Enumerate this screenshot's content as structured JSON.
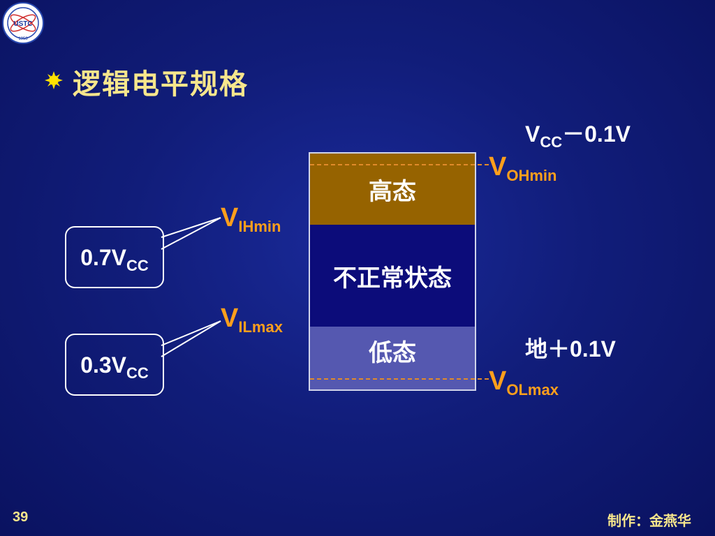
{
  "slide": {
    "title": "逻辑电平规格",
    "page_number": "39",
    "author": "制作：金燕华",
    "logo_text": "USTC",
    "logo_year": "1958"
  },
  "levels": {
    "high_label": "高态",
    "abnormal_label": "不正常状态",
    "low_label": "低态"
  },
  "labels": {
    "v_ohmin_main": "V",
    "v_ohmin_sub": "OHmin",
    "v_olmax_main": "V",
    "v_olmax_sub": "OLmax",
    "v_ihmin_main": "V",
    "v_ihmin_sub": "IHmin",
    "v_ilmax_main": "V",
    "v_ilmax_sub": "ILmax",
    "vcc_minus_main": "V",
    "vcc_minus_sub": "CC",
    "vcc_minus_tail": "－0.1V",
    "gnd_plus": "地＋0.1V",
    "callout_high_main": "0.7V",
    "callout_high_sub": "CC",
    "callout_low_main": "0.3V",
    "callout_low_sub": "CC"
  },
  "colors": {
    "background": "#111d7a",
    "title": "#f7e68c",
    "accent_orange": "#ff9f1c",
    "high_state": "#966300",
    "abnormal_state": "#0c0c7a",
    "low_state": "#5558b0"
  }
}
